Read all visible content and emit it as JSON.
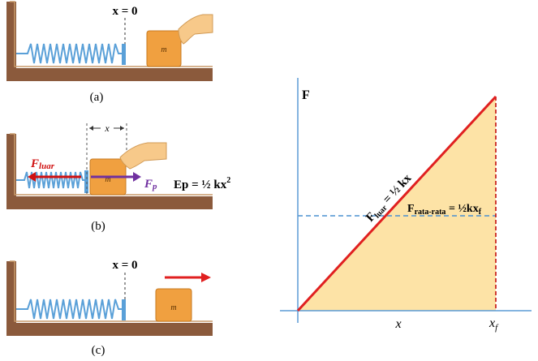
{
  "panel_a": {
    "caption": "(a)",
    "x_zero_label": "x = 0",
    "block_label": "m"
  },
  "panel_b": {
    "caption": "(b)",
    "x_label": "x",
    "block_label": "m",
    "f_spring_label": "F",
    "f_spring_sub": "luar",
    "f_hand_label": "F",
    "f_hand_sub": "p",
    "energy_formula": "Ep = ½ kx",
    "energy_exponent": "2"
  },
  "panel_c": {
    "caption": "(c)",
    "x_zero_label": "x = 0",
    "block_label": "m"
  },
  "graph": {
    "y_axis_label": "F",
    "x_label": "x",
    "xf_label": "x",
    "xf_sub": "f",
    "line_label_prefix": "F",
    "line_label_sub": "luar",
    "line_label_eq": " = ½ kx",
    "avg_label_prefix": "F",
    "avg_label_sub": "rata-rata",
    "avg_label_eq": " = ½kx",
    "avg_label_sub2": "f"
  },
  "colors": {
    "axis": "#5b9bd5",
    "force_line": "#e02020",
    "fill": "#fde3a6",
    "dashed": "#4a90d0",
    "block": "#f0a040",
    "wall": "#8b5a3c",
    "spring": "#5aa0d8",
    "hand": "#f7c98a",
    "f_label_red": "#d01010",
    "f_label_purple": "#7030a0"
  }
}
